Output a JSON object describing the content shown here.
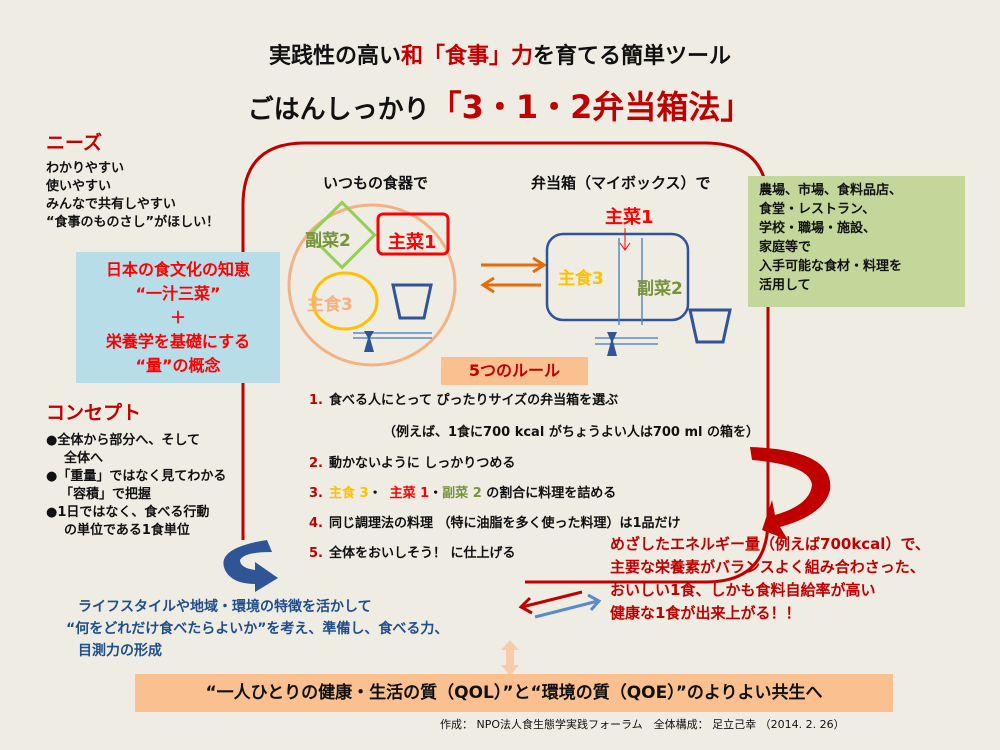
{
  "title": {
    "line1_a": "実践性の高い",
    "line1_b": "和「食事」力",
    "line1_c": "を育てる簡単ツール",
    "line2_a": "ごはんしっかり",
    "line2_b": "「3・1・2弁当箱法」"
  },
  "needs": {
    "heading": "ニーズ",
    "items": [
      "わかりやすい",
      "使いやすい",
      "みんなで共有しやすい",
      "“食事のものさし”がほしい！"
    ]
  },
  "wisdom_box": {
    "line1": "日本の食文化の知恵",
    "line2": "“一汁三菜”",
    "line3": "＋",
    "line4": "栄養学を基礎にする",
    "line5": "“量”の概念"
  },
  "concept": {
    "heading": "コンセプト",
    "items": [
      {
        "line1": "●全体から部分へ、そして",
        "line2": "全体へ"
      },
      {
        "line1": "●「重量」ではなく見てわかる",
        "line2": "「容積」で把握"
      },
      {
        "line1": "●1日ではなく、食べる行動",
        "line2": "の単位である1食単位"
      }
    ]
  },
  "diagram": {
    "left_heading": "いつもの食器で",
    "right_heading": "弁当箱（マイボックス）で",
    "main_dish": "主菜1",
    "side_dish": "副菜2",
    "staple": "主食3",
    "colors": {
      "main": "#ff0000",
      "side": "#77933c",
      "staple": "#ffc000",
      "plate": "#f4b183",
      "box": "#2f5597"
    }
  },
  "sources_box": {
    "lines": [
      "農場、市場、食料品店、",
      "食堂・レストラン、",
      "学校・職場・施設、",
      "家庭等で",
      "入手可能な食材・料理を",
      "活用して"
    ]
  },
  "rules": {
    "heading": "5つのルール",
    "r1_num": "1.",
    "r1": "食べる人にとって ぴったりサイズの弁当箱を選ぶ",
    "r1_note": "（例えば、1食に700 kcal がちょうよい人は700 ml の箱を）",
    "r2_num": "2.",
    "r2": "動かないように しっかりつめる",
    "r3_num": "3.",
    "r3_staple": "主食 3",
    "r3_dot1": "・",
    "r3_main": "主菜 1",
    "r3_dot2": "・",
    "r3_side": "副菜 2",
    "r3_rest": "の割合に料理を詰める",
    "r4_num": "4.",
    "r4": "同じ調理法の料理 （特に油脂を多く使った料理）は1品だけ",
    "r5_num": "5.",
    "r5": "全体をおいしそう！ に仕上げる"
  },
  "result": {
    "lines": [
      "めざしたエネルギー量（例えば700kcal）で、",
      "主要な栄養素がバランスよく組み合わさった、",
      "おいしい1食、しかも食料自給率が高い",
      "健康な1食が出来上がる！！"
    ]
  },
  "lifestyle": {
    "lines": [
      "ライフスタイルや地域・環境の特徴を活かして",
      "“何をどれだけ食べたらよいか”を考え、準備し、食べる力、",
      "目測力の形成"
    ]
  },
  "goal": "“一人ひとりの健康・生活の質（QOL）”と“環境の質（QOE）”のよりよい共生へ",
  "credit": "作成： NPO法人食生態学実践フォーラム　全体構成： 足立己幸 （2014. 2. 26）"
}
